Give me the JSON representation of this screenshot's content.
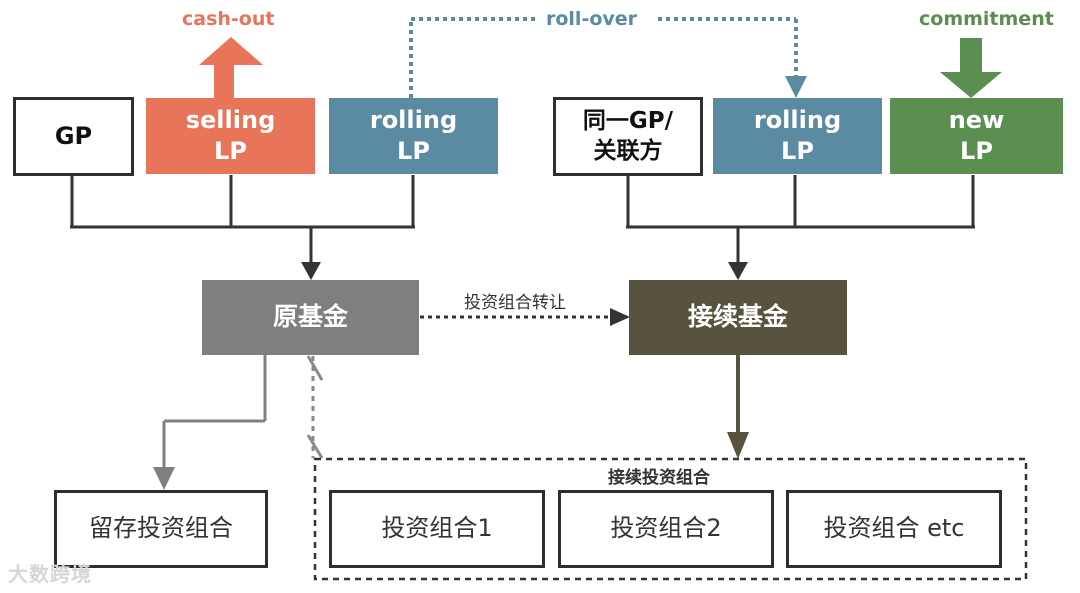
{
  "labels": {
    "cash_out": "cash-out",
    "roll_over": "roll-over",
    "commitment": "commitment",
    "portfolio_transfer": "投资组合转让",
    "continuation_portfolio": "接续投资组合"
  },
  "top_left": {
    "gp": "GP",
    "selling_lp": [
      "selling",
      "LP"
    ],
    "rolling_lp": [
      "rolling",
      "LP"
    ]
  },
  "top_right": {
    "same_gp": [
      "同一GP/",
      "关联方"
    ],
    "rolling_lp": [
      "rolling",
      "LP"
    ],
    "new_lp": [
      "new",
      "LP"
    ]
  },
  "funds": {
    "original": "原基金",
    "continuation": "接续基金"
  },
  "portfolios": {
    "retained": "留存投资组合",
    "items": [
      "投资组合1",
      "投资组合2",
      "投资组合 etc"
    ]
  },
  "watermark": "大数跨境",
  "colors": {
    "selling": "#e8755a",
    "rolling": "#5b8aa3",
    "new": "#5b8f52",
    "original_fund": "#7f7f7f",
    "continuation_fund": "#58533f",
    "line": "#333333"
  }
}
